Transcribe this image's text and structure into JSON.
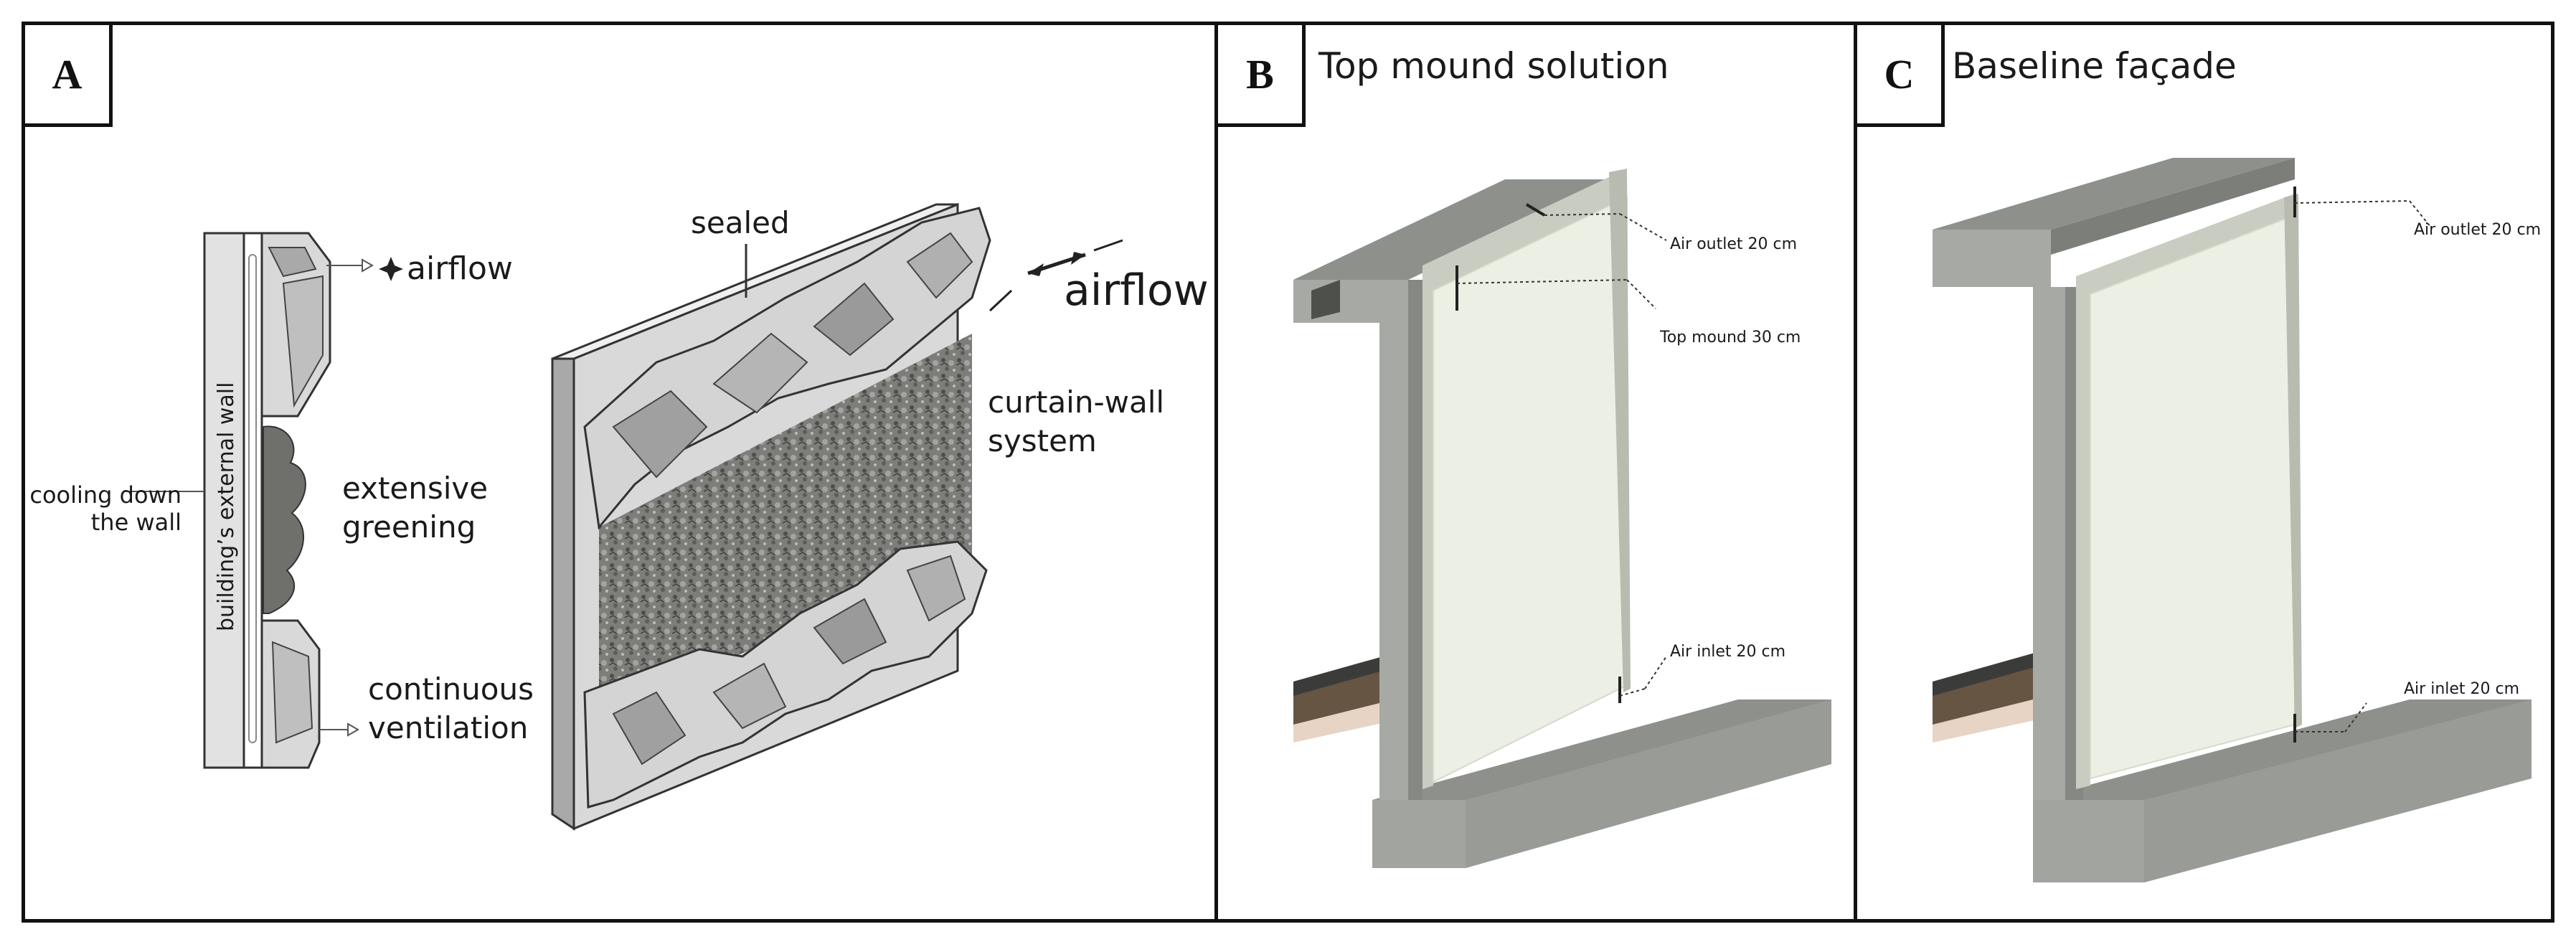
{
  "panels": {
    "a": {
      "letter": "A",
      "labels": {
        "airflow_small": "airflow",
        "cooling_line1": "cooling down",
        "cooling_line2": "the wall",
        "external_wall": "building’s external wall",
        "extensive_line1": "extensive",
        "extensive_line2": "greening",
        "continuous_line1": "continuous",
        "continuous_line2": "ventilation",
        "sealed": "sealed",
        "airflow_large": "airflow",
        "curtain_line1": "curtain-wall",
        "curtain_line2": "system"
      }
    },
    "b": {
      "letter": "B",
      "title": "Top mound solution",
      "labels": {
        "air_outlet": "Air outlet 20 cm",
        "top_mound": "Top mound 30 cm",
        "air_inlet": "Air inlet 20 cm"
      }
    },
    "c": {
      "letter": "C",
      "title": "Baseline façade",
      "labels": {
        "air_outlet": "Air outlet 20 cm",
        "air_inlet": "Air inlet 20 cm"
      }
    }
  },
  "colors": {
    "border": "#111111",
    "concrete_top": "#8e918b",
    "concrete_front": "#a7aaa4",
    "concrete_side": "#777a74",
    "panel_face": "#ecefe3",
    "panel_edge": "#c9ccc0",
    "greenery": "#6f706c",
    "wall_gray": "#d4d4d4"
  }
}
